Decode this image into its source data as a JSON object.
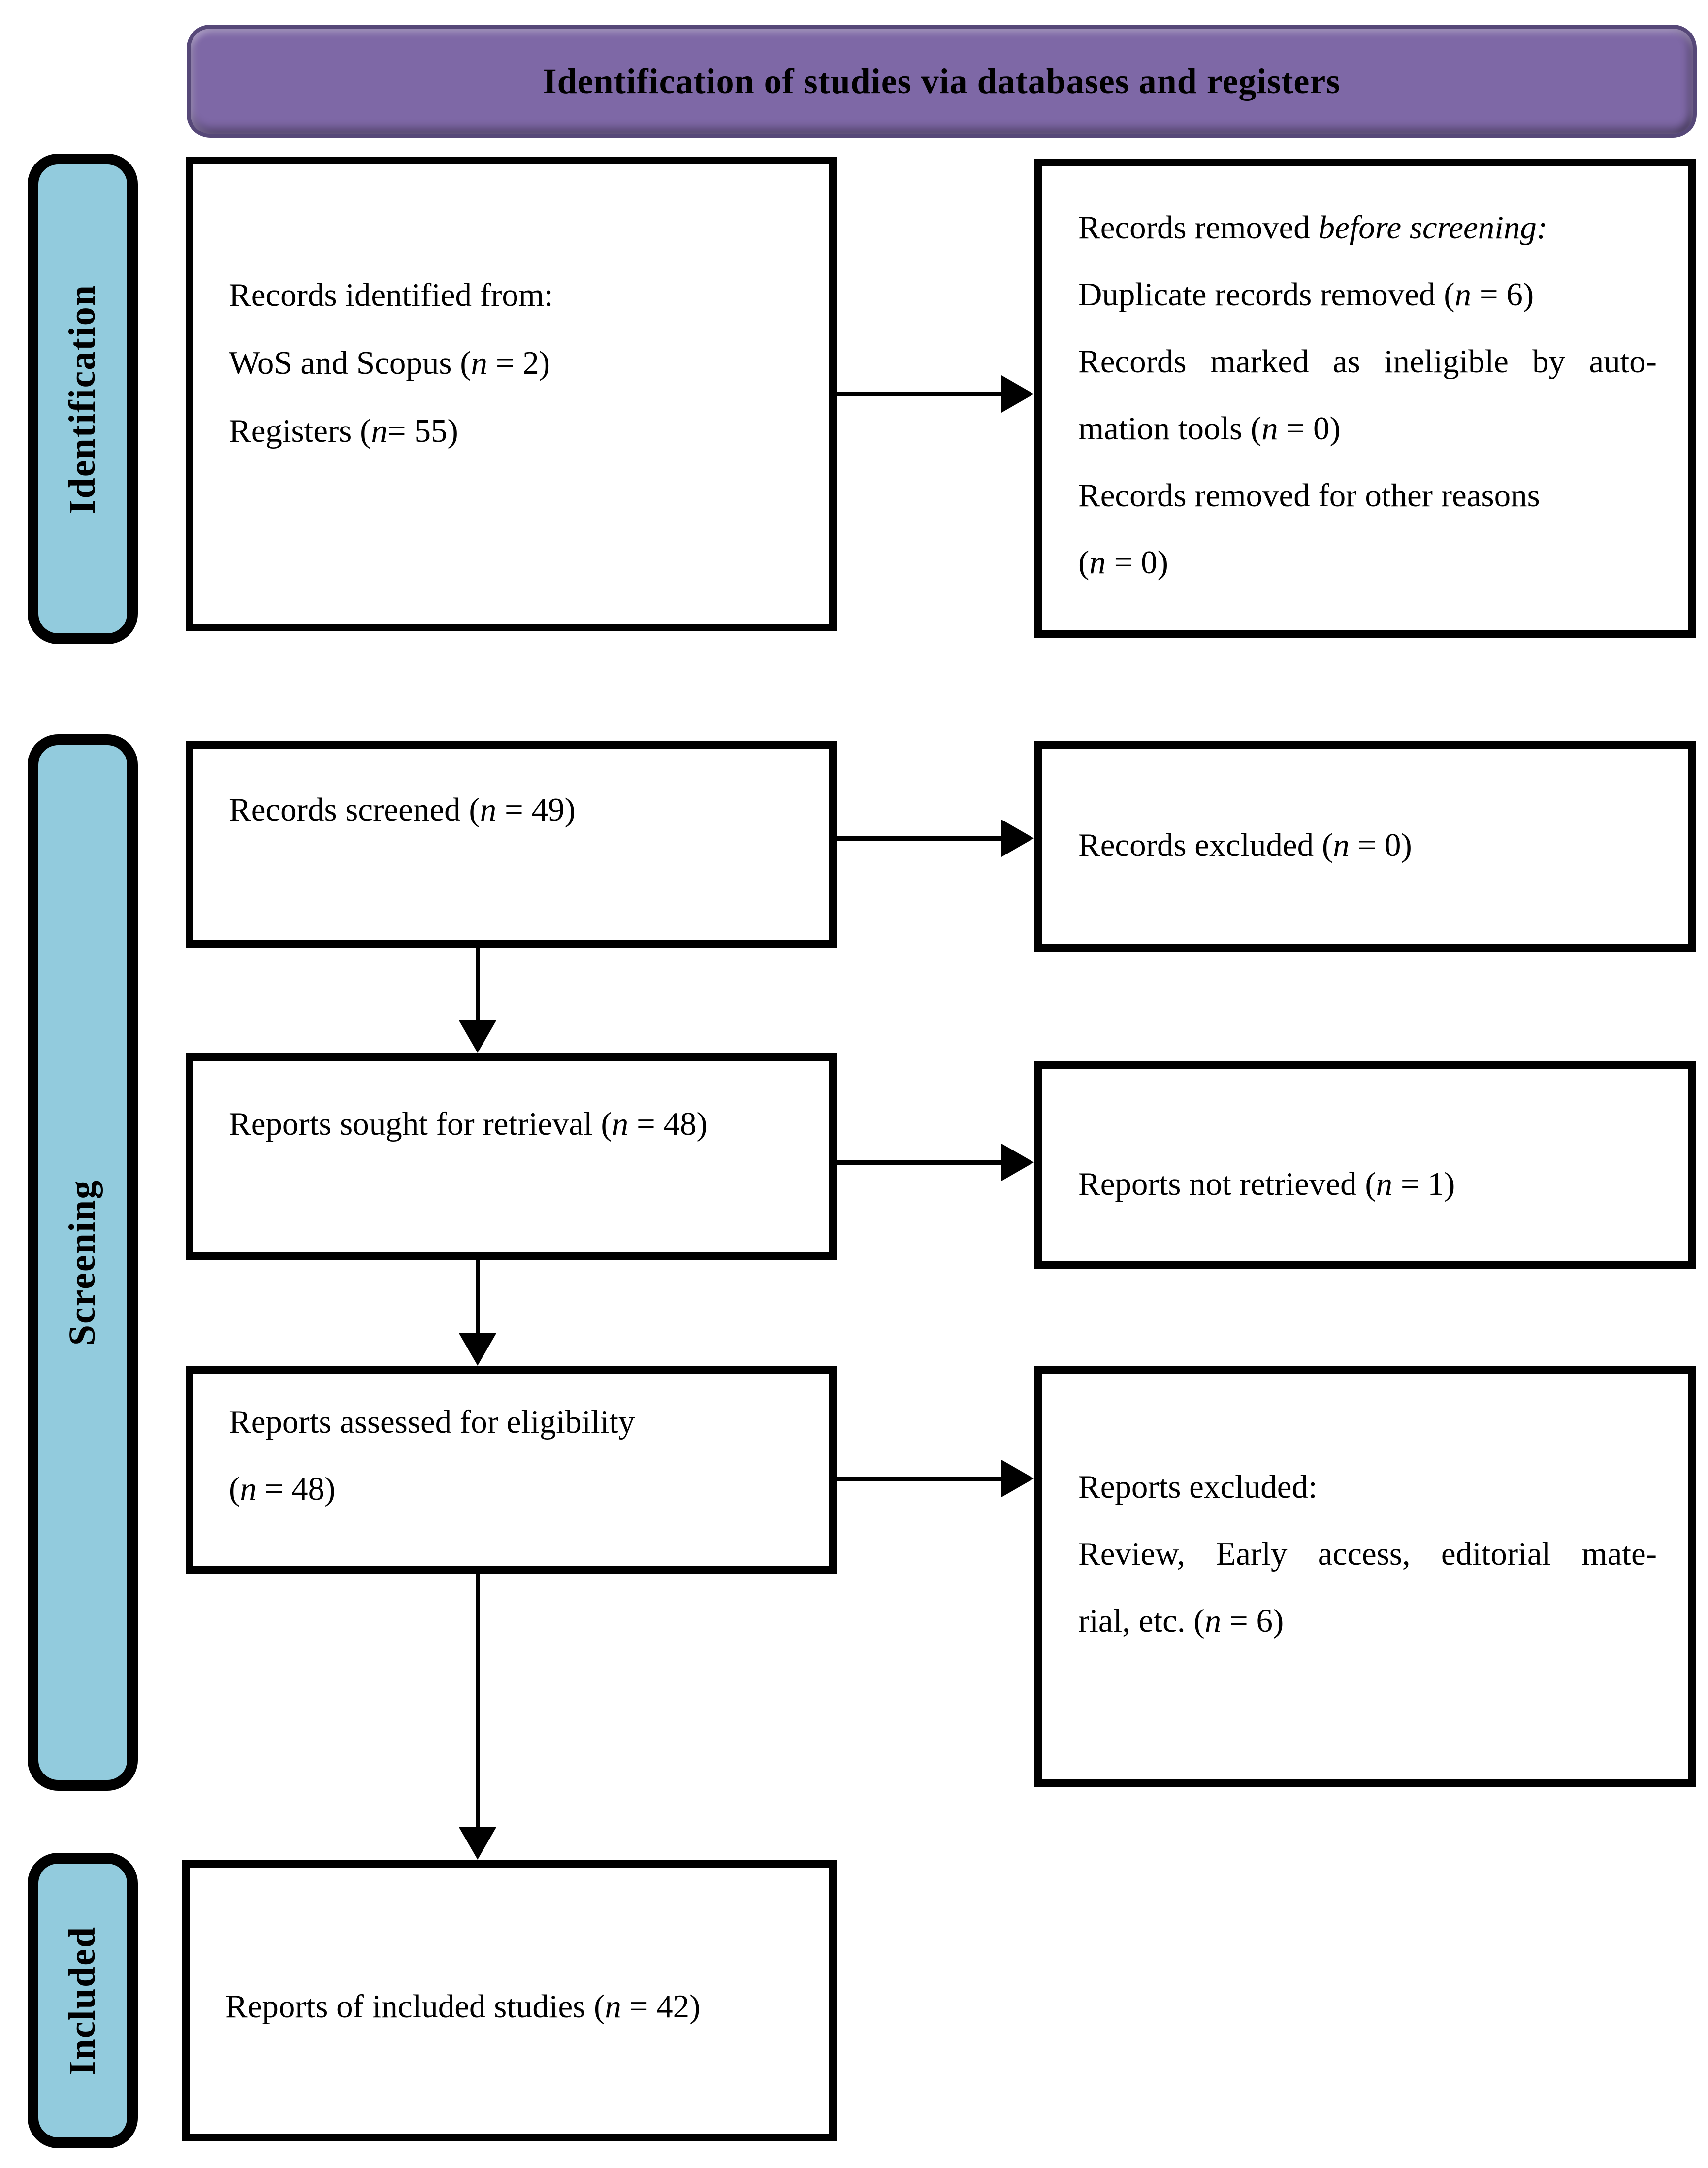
{
  "header": {
    "title": "Identification of studies via databases and registers"
  },
  "sidebar": {
    "identification": "Identification",
    "screening": "Screening",
    "included": "Included"
  },
  "colors": {
    "header_fill": "#7E68A6",
    "header_border": "#564878",
    "band_fill": "#92CBDD",
    "box_border": "#000000",
    "text": "#000000"
  },
  "boxes": {
    "records_identified": {
      "lines": [
        {
          "pre": "Records identified from:"
        },
        {
          "pre": "WoS and Scopus (",
          "em": "n",
          "post": " = 2)"
        },
        {
          "pre": "Registers (",
          "em": "n",
          "post": "= 55)"
        }
      ]
    },
    "records_removed": {
      "lines": [
        {
          "pre": "Records removed ",
          "em": "before screening:"
        },
        {
          "pre": "Duplicate records removed (",
          "em": "n",
          "post": " = 6)"
        },
        {
          "pre": "Records marked as ineligible by auto-"
        },
        {
          "pre": "mation tools (",
          "em": "n",
          "post": " = 0)"
        },
        {
          "pre": "Records removed for other reasons"
        },
        {
          "pre": "(",
          "em": "n",
          "post": " = 0)"
        }
      ]
    },
    "records_screened": {
      "lines": [
        {
          "pre": "Records screened (",
          "em": "n",
          "post": " = 49)"
        }
      ]
    },
    "records_excluded": {
      "lines": [
        {
          "pre": "Records excluded (",
          "em": "n",
          "post": " = 0)"
        }
      ]
    },
    "reports_sought": {
      "lines": [
        {
          "pre": "Reports sought for retrieval (",
          "em": "n",
          "post": " = 48)"
        }
      ]
    },
    "reports_not_retrieved": {
      "lines": [
        {
          "pre": "Reports not retrieved (",
          "em": "n",
          "post": " = 1)"
        }
      ]
    },
    "reports_assessed": {
      "lines": [
        {
          "pre": "Reports assessed for eligibility"
        },
        {
          "pre": "(",
          "em": "n",
          "post": " = 48)"
        }
      ]
    },
    "reports_excluded": {
      "lines": [
        {
          "pre": "Reports excluded:"
        },
        {
          "pre": "Review, Early access, editorial mate-"
        },
        {
          "pre": "rial, etc. (",
          "em": "n",
          "post": " = 6)"
        }
      ]
    },
    "reports_included": {
      "lines": [
        {
          "pre": "Reports of included studies (",
          "em": "n",
          "post": " = 42)"
        }
      ]
    }
  }
}
